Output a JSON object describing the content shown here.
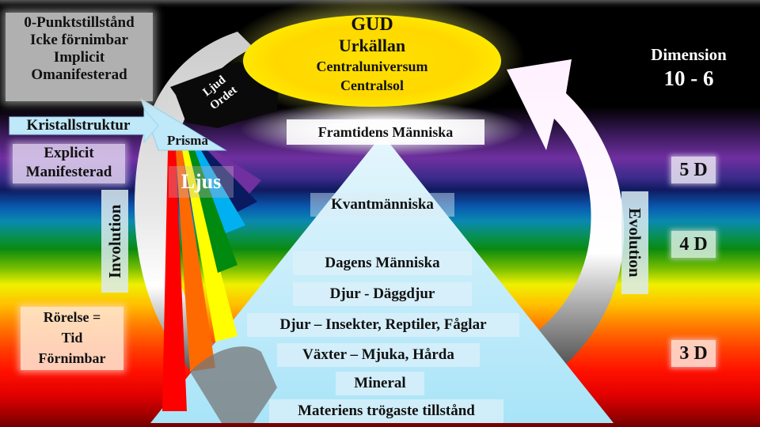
{
  "top_left_box": {
    "lines": [
      "0-Punktstillstånd",
      "Icke förnimbar",
      "Implicit",
      "Omanifesterad"
    ]
  },
  "crystal_arrow": {
    "label": "Kristallstruktur"
  },
  "explicit_box": {
    "lines": [
      "Explicit",
      "Manifesterad"
    ]
  },
  "prism": {
    "label": "Prisma"
  },
  "light": {
    "label": "Ljus"
  },
  "sound_arrow": {
    "lines": [
      "Ljud",
      "Ordet"
    ]
  },
  "source_ellipse": {
    "title": "GUD",
    "subtitle": "Urkällan",
    "line3": "Centraluniversum",
    "line4": "Centralsol",
    "color": "#ffe800"
  },
  "dimension": {
    "title": "Dimension",
    "range": "10 - 6"
  },
  "involution": {
    "label": "Involution"
  },
  "evolution": {
    "label": "Evolution"
  },
  "motion_box": {
    "lines": [
      "Rörelse =",
      "Tid",
      "Förnimbar"
    ]
  },
  "dimension_levels": [
    {
      "label": "5 D"
    },
    {
      "label": "4 D"
    },
    {
      "label": "3 D"
    }
  ],
  "pyramid": {
    "apex_label": "Framtidens Människa",
    "rows": [
      {
        "label": "Kvantmänniska"
      },
      {
        "label": "Dagens Människa"
      },
      {
        "label": "Djur - Däggdjur"
      },
      {
        "label": "Djur – Insekter, Reptiler, Fåglar"
      },
      {
        "label": "Växter – Mjuka, Hårda"
      },
      {
        "label": "Mineral"
      },
      {
        "label": "Materiens trögaste tillstånd"
      }
    ],
    "color": "#bfe8f8"
  },
  "spectrum_colors": [
    "#ff0000",
    "#ff6a00",
    "#ffff00",
    "#008a10",
    "#00b0f0",
    "#0a1a60",
    "#7030a0"
  ]
}
